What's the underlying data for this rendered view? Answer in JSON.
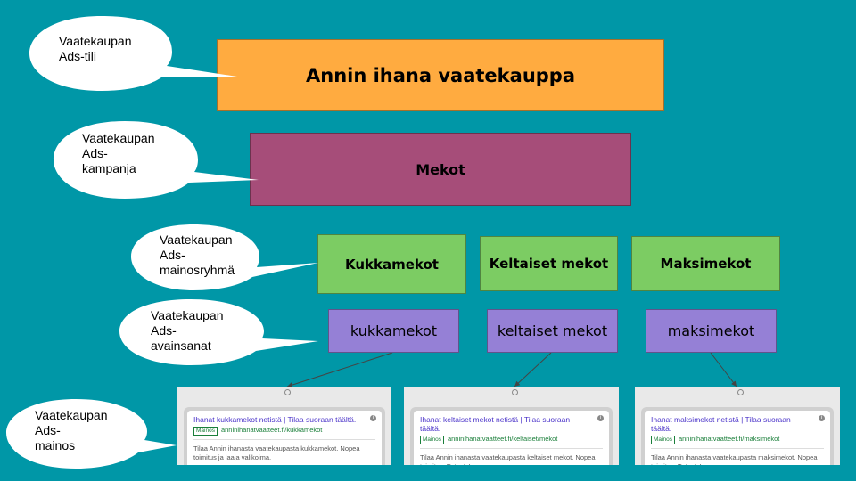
{
  "colors": {
    "background": "#0097a7",
    "account": "#ffab40",
    "campaign": "#a64d79",
    "adgroup": "#7ccc63",
    "keyword": "#9580d6",
    "bubble": "#ffffff"
  },
  "account": {
    "label": "Annin ihana vaatekauppa"
  },
  "campaign": {
    "label": "Mekot"
  },
  "adgroups": [
    {
      "label": "Kukkamekot"
    },
    {
      "label": "Keltaiset mekot"
    },
    {
      "label": "Maksimekot"
    }
  ],
  "keywords": [
    {
      "label": "kukkamekot"
    },
    {
      "label": "keltaiset mekot"
    },
    {
      "label": "maksimekot"
    }
  ],
  "bubbles": [
    {
      "text": "Vaatekaupan\nAds-tili"
    },
    {
      "text": "Vaatekaupan\nAds-\nkampanja"
    },
    {
      "text": "Vaatekaupan\nAds-\nmainosryhmä"
    },
    {
      "text": "Vaatekaupan\nAds-\navainsanat"
    },
    {
      "text": "Vaatekaupan\nAds-\nmainos"
    }
  ],
  "ads": [
    {
      "headline": "Ihanat kukkamekot netistä | Tilaa suoraan täältä.",
      "badge": "Mainos",
      "url": "anninihanatvaatteet.fi/kukkamekot",
      "description": "Tilaa Annin ihanasta vaatekaupasta kukkamekot. Nopea toimitus ja laaja valikoima."
    },
    {
      "headline": "Ihanat keltaiset mekot netistä | Tilaa suoraan täältä.",
      "badge": "Mainos",
      "url": "anninihanatvaatteet.fi/keltaiset/mekot",
      "description": "Tilaa Annin ihanasta vaatekaupasta keltaiset mekot. Nopea toimitus. Tutustu!"
    },
    {
      "headline": "Ihanat maksimekot netistä | Tilaa suoraan täältä.",
      "badge": "Mainos",
      "url": "anninihanatvaatteet.fi/maksimekot",
      "description": "Tilaa Annin ihanasta vaatekaupasta maksimekot. Nopea toimitus. Tutustu!"
    }
  ]
}
